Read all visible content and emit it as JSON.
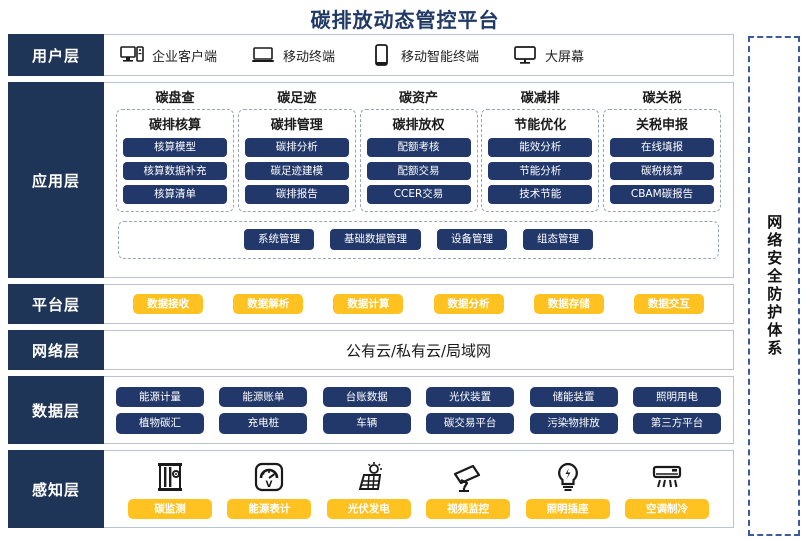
{
  "title": "碳排放动态管控平台",
  "security_band": {
    "text": "网络安全防护体系",
    "name": "network-security-system"
  },
  "colors": {
    "dark_blue": "#22386b",
    "label_blue": "#1f3558",
    "yellow": "#ffc220",
    "title_blue": "#1f3864",
    "border_gray": "#b9c3d4",
    "dash_gray": "#9aa3b4"
  },
  "layers": {
    "user": {
      "label": "用户层",
      "items": [
        {
          "label": "企业客户端",
          "icon": "desktop-tower-icon"
        },
        {
          "label": "移动终端",
          "icon": "laptop-icon"
        },
        {
          "label": "移动智能终端",
          "icon": "smartphone-icon"
        },
        {
          "label": "大屏幕",
          "icon": "monitor-icon"
        }
      ]
    },
    "app": {
      "label": "应用层",
      "groups": [
        {
          "title": "碳盘查",
          "subtitle": "碳排核算",
          "items": [
            "核算模型",
            "核算数据补充",
            "核算清单"
          ]
        },
        {
          "title": "碳足迹",
          "subtitle": "碳排管理",
          "items": [
            "碳排分析",
            "碳足迹建模",
            "碳排报告"
          ]
        },
        {
          "title": "碳资产",
          "subtitle": "碳排放权",
          "items": [
            "配额考核",
            "配额交易",
            "CCER交易"
          ]
        },
        {
          "title": "碳减排",
          "subtitle": "节能优化",
          "items": [
            "能效分析",
            "节能分析",
            "技术节能"
          ]
        },
        {
          "title": "碳关税",
          "subtitle": "关税申报",
          "items": [
            "在线填报",
            "碳税核算",
            "CBAM碳报告"
          ]
        }
      ],
      "management": [
        "系统管理",
        "基础数据管理",
        "设备管理",
        "组态管理"
      ]
    },
    "platform": {
      "label": "平台层",
      "items": [
        "数据接收",
        "数据解析",
        "数据计算",
        "数据分析",
        "数据存储",
        "数据交互"
      ]
    },
    "network": {
      "label": "网络层",
      "text": "公有云/私有云/局域网"
    },
    "data": {
      "label": "数据层",
      "row1": [
        "能源计量",
        "能源账单",
        "台账数据",
        "光伏装置",
        "储能装置",
        "照明用电"
      ],
      "row2": [
        "植物碳汇",
        "充电桩",
        "车辆",
        "碳交易平台",
        "污染物排放",
        "第三方平台"
      ]
    },
    "sense": {
      "label": "感知层",
      "items": [
        {
          "label": "碳监测",
          "icon": "carbon-sensor-icon"
        },
        {
          "label": "能源表计",
          "icon": "meter-gauge-icon"
        },
        {
          "label": "光伏发电",
          "icon": "solar-panel-icon"
        },
        {
          "label": "视频监控",
          "icon": "cctv-camera-icon"
        },
        {
          "label": "照明插座",
          "icon": "lightbulb-icon"
        },
        {
          "label": "空调制冷",
          "icon": "air-conditioner-icon"
        }
      ]
    }
  }
}
